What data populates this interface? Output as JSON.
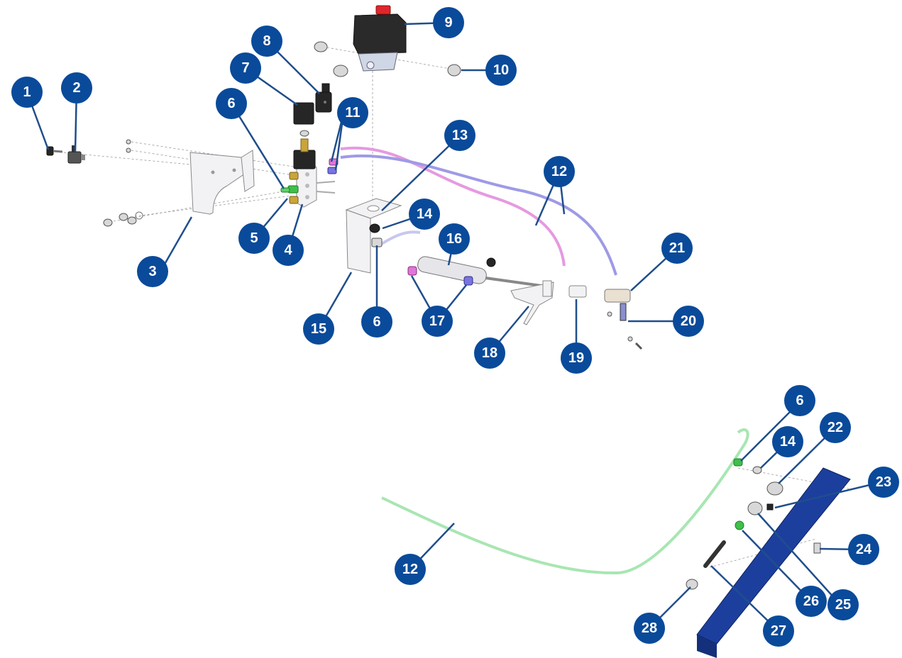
{
  "colors": {
    "callout": "#0a4a9a",
    "callout_text": "#ffffff",
    "hose_pink": "#e59ae0",
    "hose_violet": "#9f9ae6",
    "hose_green": "#a8e6b2",
    "manifold_blue": "#1c3f9e",
    "fitting_green": "#3fc04a",
    "switch_red": "#e0262c"
  },
  "callouts": [
    {
      "id": "c1",
      "label": "1"
    },
    {
      "id": "c2",
      "label": "2"
    },
    {
      "id": "c3",
      "label": "3"
    },
    {
      "id": "c4",
      "label": "4"
    },
    {
      "id": "c5",
      "label": "5"
    },
    {
      "id": "c6a",
      "label": "6"
    },
    {
      "id": "c7",
      "label": "7"
    },
    {
      "id": "c8",
      "label": "8"
    },
    {
      "id": "c9",
      "label": "9"
    },
    {
      "id": "c10",
      "label": "10"
    },
    {
      "id": "c11",
      "label": "11"
    },
    {
      "id": "c12a",
      "label": "12"
    },
    {
      "id": "c13",
      "label": "13"
    },
    {
      "id": "c14a",
      "label": "14"
    },
    {
      "id": "c15",
      "label": "15"
    },
    {
      "id": "c6b",
      "label": "6"
    },
    {
      "id": "c16",
      "label": "16"
    },
    {
      "id": "c17",
      "label": "17"
    },
    {
      "id": "c18",
      "label": "18"
    },
    {
      "id": "c19",
      "label": "19"
    },
    {
      "id": "c20",
      "label": "20"
    },
    {
      "id": "c21",
      "label": "21"
    },
    {
      "id": "c6c",
      "label": "6"
    },
    {
      "id": "c14b",
      "label": "14"
    },
    {
      "id": "c22",
      "label": "22"
    },
    {
      "id": "c23",
      "label": "23"
    },
    {
      "id": "c24",
      "label": "24"
    },
    {
      "id": "c12b",
      "label": "12"
    },
    {
      "id": "c25",
      "label": "25"
    },
    {
      "id": "c26",
      "label": "26"
    },
    {
      "id": "c27",
      "label": "27"
    },
    {
      "id": "c28",
      "label": "28"
    }
  ]
}
